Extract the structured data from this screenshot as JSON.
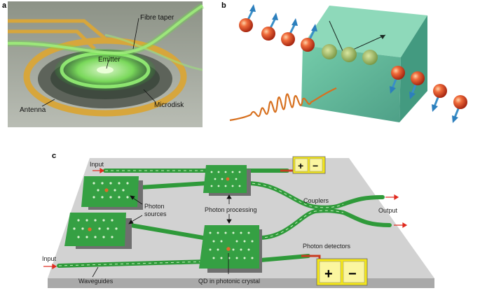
{
  "panel_a": {
    "letter": "a",
    "labels": {
      "fibre_taper": "Fibre taper",
      "emitter": "Emitter",
      "antenna": "Antenna",
      "microdisk": "Microdisk"
    }
  },
  "panel_b": {
    "letter": "b"
  },
  "panel_c": {
    "letter": "c",
    "labels": {
      "input_top": "Input",
      "input_bottom": "Input",
      "photon_sources_1": "Photon",
      "photon_sources_2": "sources",
      "photon_processing": "Photon processing",
      "couplers": "Couplers",
      "output": "Output",
      "photon_detectors": "Photon detectors",
      "waveguides": "Waveguides",
      "qd": "QD in photonic crystal"
    },
    "battery_signs": {
      "plus": "+",
      "minus": "−"
    }
  },
  "colors": {
    "chip": "#d2d2d2",
    "waveguide": "#2f9a3a",
    "crystal": "#35a043",
    "battery": "#f3e51b",
    "wire": "#c8391f",
    "arrow": "#e02a1e",
    "cube": "#3fb08a",
    "atom": "#d33a20",
    "spin": "#3a8fc8",
    "gold": "#d7a63c"
  }
}
